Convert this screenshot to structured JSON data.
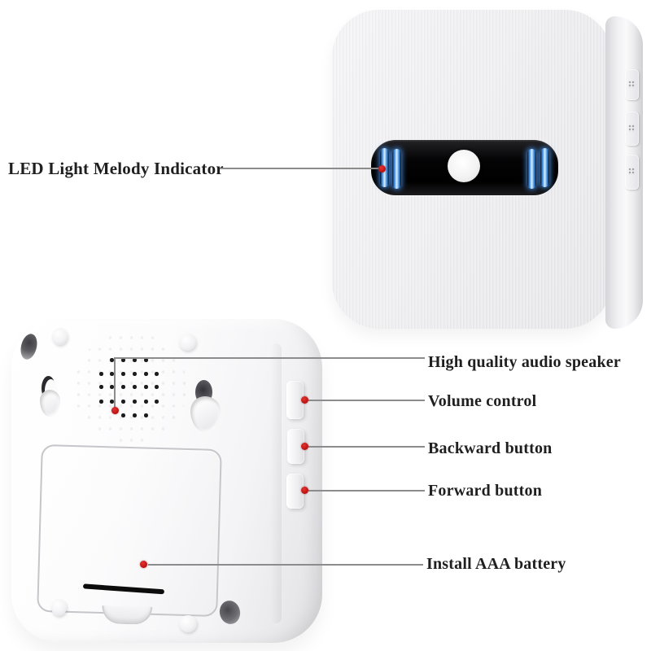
{
  "annotations": {
    "led_indicator": {
      "label": "LED Light Melody Indicator"
    },
    "speaker": {
      "label": "High quality audio speaker"
    },
    "volume": {
      "label": "Volume control"
    },
    "backward": {
      "label": "Backward button"
    },
    "forward": {
      "label": "Forward button"
    },
    "battery": {
      "label": "Install AAA battery"
    }
  },
  "colors": {
    "background": "#ffffff",
    "label_text": "#1f1f1f",
    "leader_line": "#8c8c8c",
    "callout_dot_red": "#c61312",
    "led_blue": "#3f8de0",
    "indicator_pill_black": "#050506",
    "device_body_white": "#f2f2f5"
  }
}
